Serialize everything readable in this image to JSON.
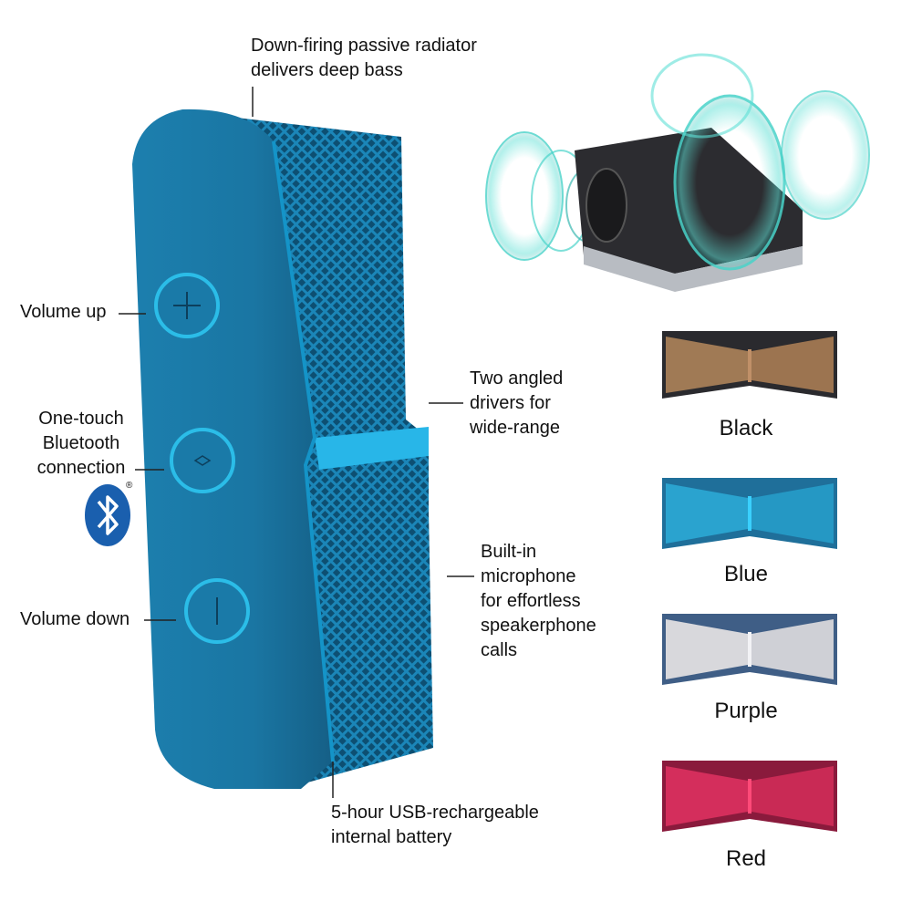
{
  "callouts": {
    "radiator": "Down-firing passive radiator\ndelivers deep bass",
    "volume_up": "Volume up",
    "bluetooth": "One-touch\nBluetooth\nconnection",
    "volume_down": "Volume down",
    "drivers": "Two angled\ndrivers for\nwide-range",
    "microphone": "Built-in\nmicrophone\nfor effortless\nspeakerphone\ncalls",
    "battery": "5-hour USB-rechargeable\ninternal battery"
  },
  "bluetooth_mark": "®",
  "colors": [
    {
      "name": "Black",
      "body": "#2a2a2e",
      "grille": "#a07a55"
    },
    {
      "name": "Blue",
      "body": "#1f6f9a",
      "grille": "#2aa3cf"
    },
    {
      "name": "Purple",
      "body": "#3f5e86",
      "grille": "#d8d8dc"
    },
    {
      "name": "Red",
      "body": "#8a1a3c",
      "grille": "#d42e5c"
    }
  ],
  "speaker_color": "#1e8ec0"
}
